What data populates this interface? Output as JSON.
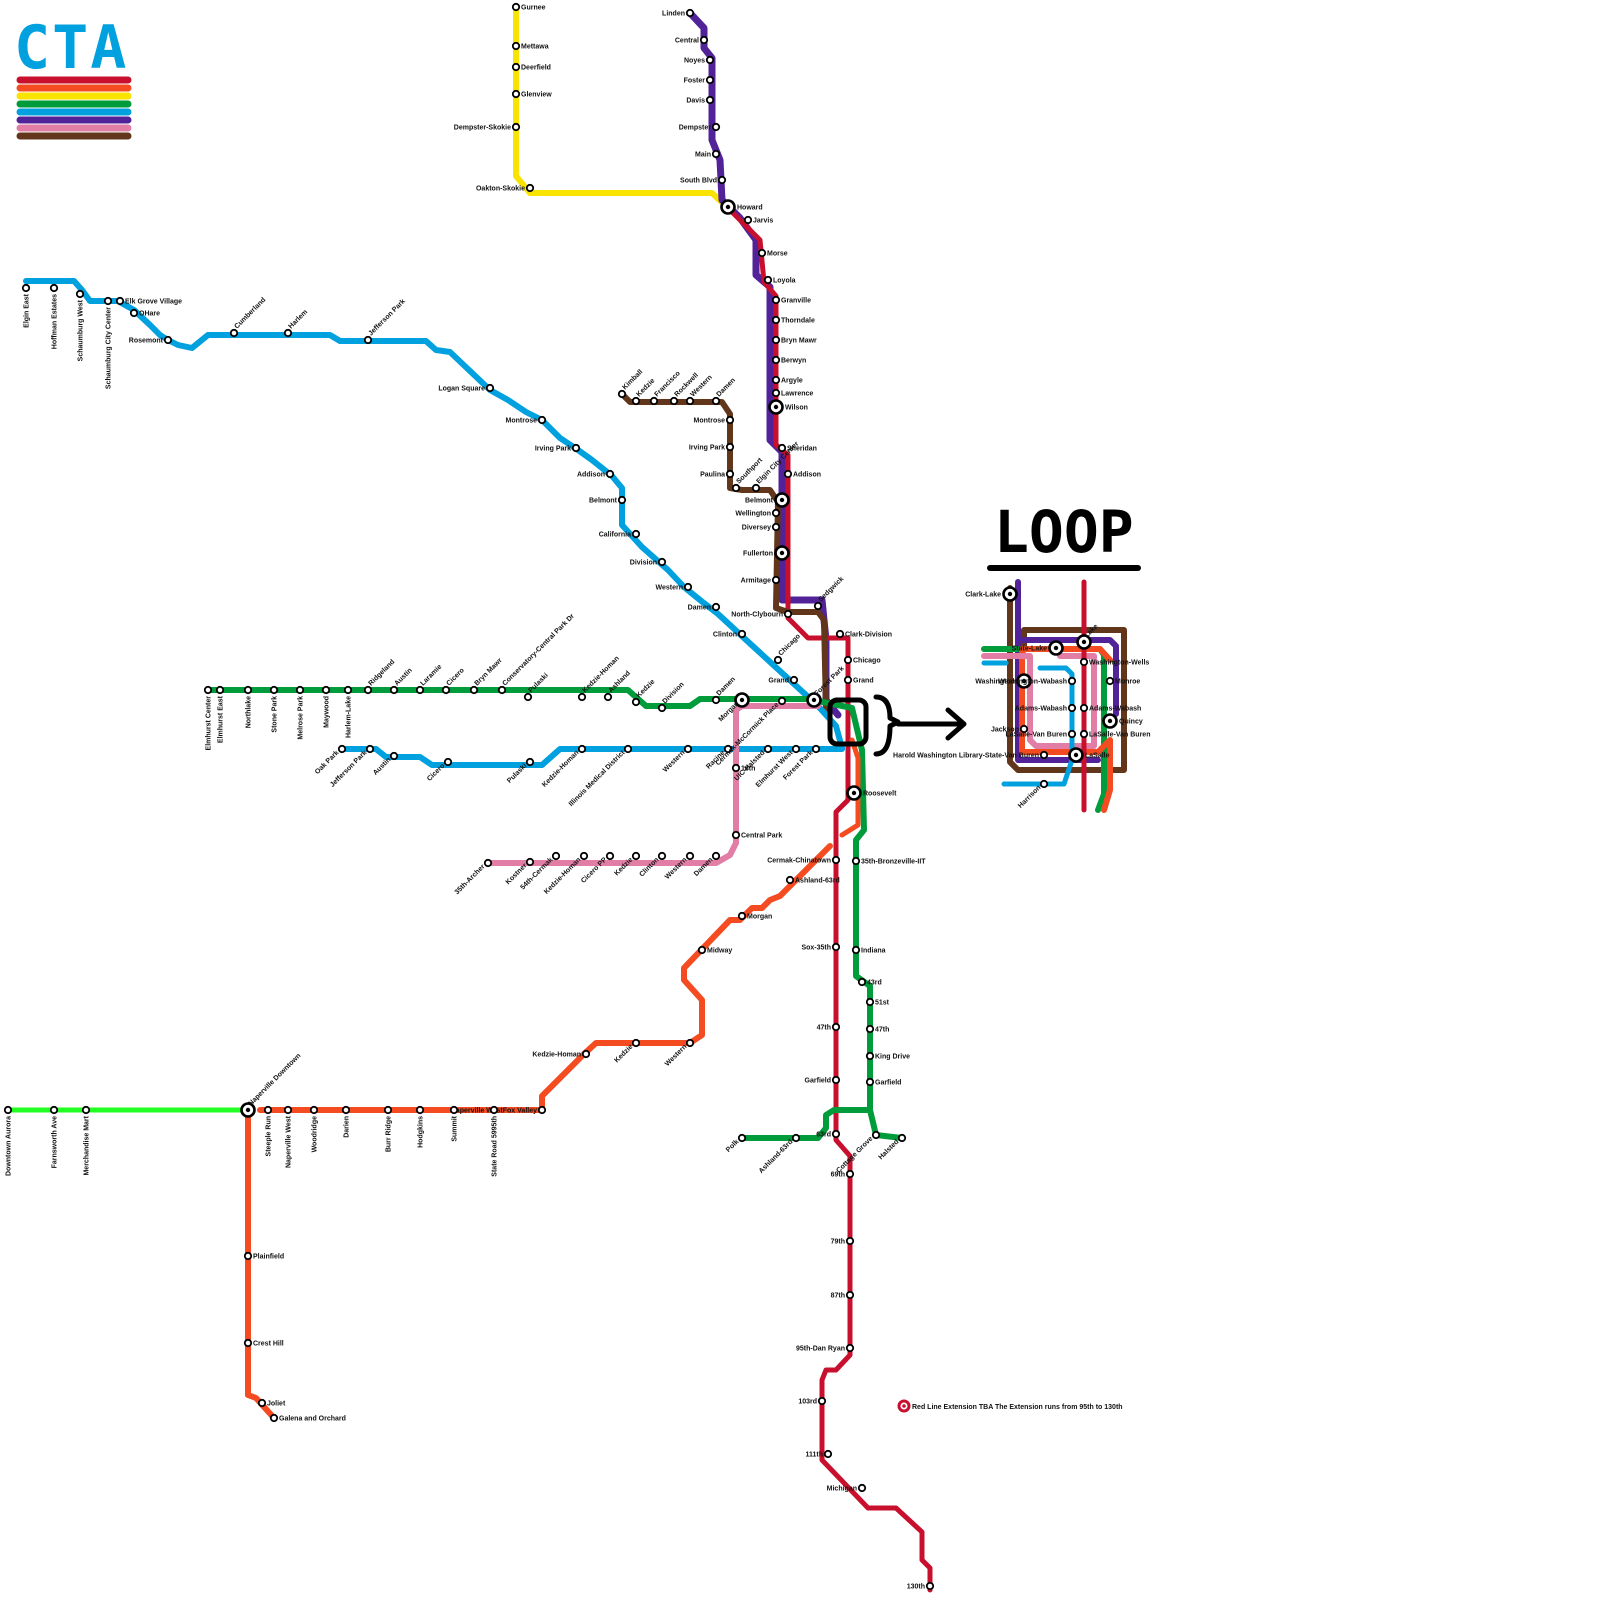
{
  "logo": {
    "text": "CTA"
  },
  "loop_title": {
    "text": "LOOP"
  },
  "colors": {
    "red": "#c8102e",
    "orange": "#f44b21",
    "yellow": "#f9e300",
    "green": "#009b3a",
    "blue": "#00a1de",
    "purple": "#522398",
    "pink": "#e27ea6",
    "brown": "#62361b",
    "lime": "#22ff22",
    "black": "#000000"
  },
  "logo_stripes": [
    "red",
    "orange",
    "yellow",
    "green",
    "blue",
    "purple",
    "pink",
    "brown"
  ],
  "stations": [
    {
      "name": "Gurnee"
    },
    {
      "name": "Mettawa"
    },
    {
      "name": "Deerfield"
    },
    {
      "name": "Glenview"
    },
    {
      "name": "Dempster-Skokie"
    },
    {
      "name": "Oakton-Skokie"
    },
    {
      "name": "Linden"
    },
    {
      "name": "Central"
    },
    {
      "name": "Noyes"
    },
    {
      "name": "Foster"
    },
    {
      "name": "Davis"
    },
    {
      "name": "Dempster"
    },
    {
      "name": "Main"
    },
    {
      "name": "South Blvd"
    },
    {
      "name": "Howard"
    },
    {
      "name": "Jarvis"
    },
    {
      "name": "Morse"
    },
    {
      "name": "Loyola"
    },
    {
      "name": "Granville"
    },
    {
      "name": "Thorndale"
    },
    {
      "name": "Bryn Mawr"
    },
    {
      "name": "Berwyn"
    },
    {
      "name": "Argyle"
    },
    {
      "name": "Lawrence"
    },
    {
      "name": "Wilson"
    },
    {
      "name": "Sheridan"
    },
    {
      "name": "Addison"
    },
    {
      "name": "Belmont"
    },
    {
      "name": "Wellington"
    },
    {
      "name": "Diversey"
    },
    {
      "name": "Fullerton"
    },
    {
      "name": "Armitage"
    },
    {
      "name": "North-Clybourn"
    },
    {
      "name": "Sedgwick"
    },
    {
      "name": "Clark-Division"
    },
    {
      "name": "Chicago"
    },
    {
      "name": "Grand"
    },
    {
      "name": "Roosevelt"
    },
    {
      "name": "Cermak-Chinatown"
    },
    {
      "name": "Sox-35th"
    },
    {
      "name": "47th"
    },
    {
      "name": "Garfield"
    },
    {
      "name": "63rd"
    },
    {
      "name": "69th"
    },
    {
      "name": "79th"
    },
    {
      "name": "87th"
    },
    {
      "name": "95th-Dan Ryan"
    },
    {
      "name": "103rd"
    },
    {
      "name": "111th"
    },
    {
      "name": "Michigan"
    },
    {
      "name": "130th"
    },
    {
      "name": "Kimball"
    },
    {
      "name": "Kedzie"
    },
    {
      "name": "Francisco"
    },
    {
      "name": "Rockwell"
    },
    {
      "name": "Western"
    },
    {
      "name": "Damen"
    },
    {
      "name": "Montrose"
    },
    {
      "name": "Irving Park"
    },
    {
      "name": "Paulina"
    },
    {
      "name": "Southport"
    },
    {
      "name": "Elgin City Center"
    },
    {
      "name": "Elgin East"
    },
    {
      "name": "Hoffman Estates"
    },
    {
      "name": "Schaumburg West"
    },
    {
      "name": "Schaumburg City Center"
    },
    {
      "name": "Elk Grove Village"
    },
    {
      "name": "OHare"
    },
    {
      "name": "Rosemont"
    },
    {
      "name": "Cumberland"
    },
    {
      "name": "Harlem"
    },
    {
      "name": "Jefferson Park"
    },
    {
      "name": "Logan Square"
    },
    {
      "name": "California"
    },
    {
      "name": "Division"
    },
    {
      "name": "Clinton"
    },
    {
      "name": "Forest Park"
    },
    {
      "name": "Oak Park"
    },
    {
      "name": "Austin"
    },
    {
      "name": "Cicero"
    },
    {
      "name": "Pulaski"
    },
    {
      "name": "Kedzie-Homan"
    },
    {
      "name": "Illinois Medical District"
    },
    {
      "name": "Racine"
    },
    {
      "name": "UIC-Halsted"
    },
    {
      "name": "Elmhurst West"
    },
    {
      "name": "Elmhurst Center"
    },
    {
      "name": "Elmhurst East"
    },
    {
      "name": "Northlake"
    },
    {
      "name": "Stone Park"
    },
    {
      "name": "Melrose Park"
    },
    {
      "name": "Maywood"
    },
    {
      "name": "Harlem-Lake"
    },
    {
      "name": "Ridgeland"
    },
    {
      "name": "Laramie"
    },
    {
      "name": "Conservatory-Central Park Dr"
    },
    {
      "name": "Ashland"
    },
    {
      "name": "Morgan"
    },
    {
      "name": "Cermak-McCormick Place"
    },
    {
      "name": "35th-Bronzeville-IIT"
    },
    {
      "name": "Indiana"
    },
    {
      "name": "43rd"
    },
    {
      "name": "51st"
    },
    {
      "name": "King Drive"
    },
    {
      "name": "Cottage Grove"
    },
    {
      "name": "Halsted"
    },
    {
      "name": "Ashland-63rd"
    },
    {
      "name": "Polk"
    },
    {
      "name": "18th"
    },
    {
      "name": "Central Park"
    },
    {
      "name": "Cicero PP"
    },
    {
      "name": "Kostner"
    },
    {
      "name": "54th-Cermak"
    },
    {
      "name": "35th-Archer"
    },
    {
      "name": "Midway"
    },
    {
      "name": "Naperville WestFox Valley"
    },
    {
      "name": "Naperville Downtown"
    },
    {
      "name": "Steeple Run"
    },
    {
      "name": "Naperville West"
    },
    {
      "name": "Woodridge"
    },
    {
      "name": "Darien"
    },
    {
      "name": "Burr Ridge"
    },
    {
      "name": "Hodgkins"
    },
    {
      "name": "Summit"
    },
    {
      "name": "State Road 5995th"
    },
    {
      "name": "Plainfield"
    },
    {
      "name": "Crest Hill"
    },
    {
      "name": "Joliet"
    },
    {
      "name": "Galena and Orchard"
    },
    {
      "name": "Downtown Aurora"
    },
    {
      "name": "Farnsworth Ave"
    },
    {
      "name": "Merchandise Mart"
    },
    {
      "name": "Clark-Lake"
    },
    {
      "name": "State-Lake"
    },
    {
      "name": "Lake"
    },
    {
      "name": "Washington-Wells"
    },
    {
      "name": "Washington"
    },
    {
      "name": "Washington-Wabash"
    },
    {
      "name": "Monroe"
    },
    {
      "name": "Adams-Wabash"
    },
    {
      "name": "Quincy"
    },
    {
      "name": "Jackson"
    },
    {
      "name": "LaSalle-Van Buren"
    },
    {
      "name": "Harold Washington Library-State-Van Buren"
    },
    {
      "name": "LaSalle"
    },
    {
      "name": "Harrison"
    }
  ],
  "legend_note": {
    "text": "Red Line Extension TBA The Extension runs from 95th to 130th"
  }
}
